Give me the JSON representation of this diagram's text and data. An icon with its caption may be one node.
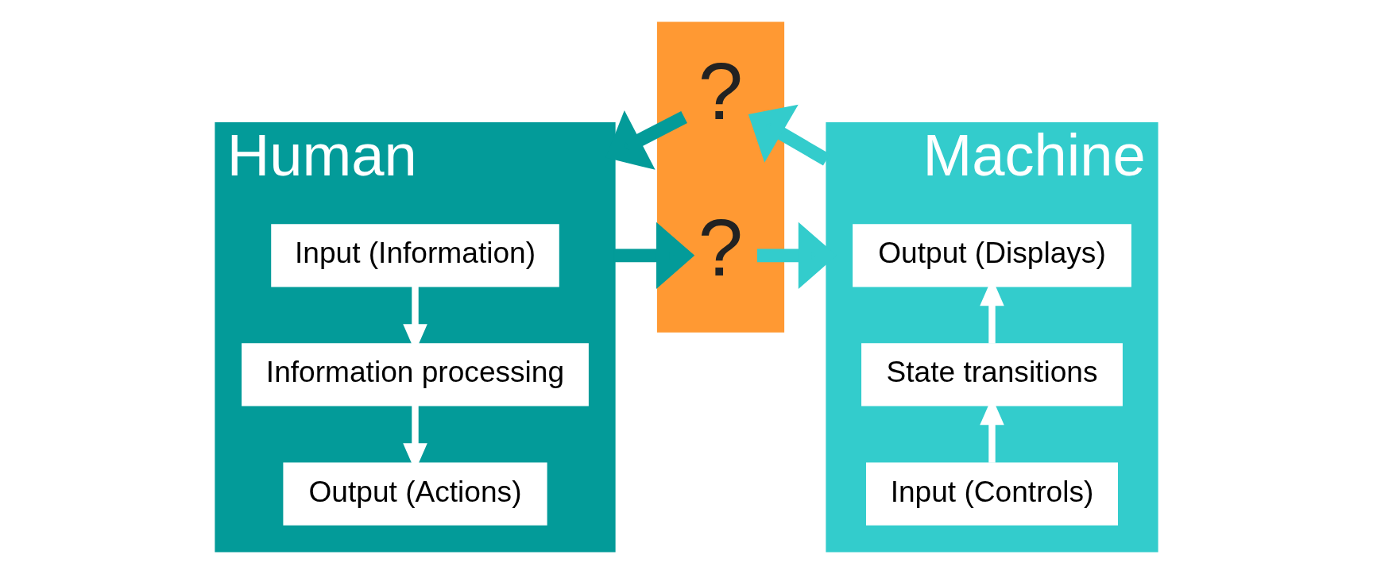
{
  "diagram": {
    "nodes": [
      {
        "text": [
          "Human"
        ]
      },
      {
        "text": [
          "Input (Information)"
        ],
        "in": 0
      },
      {
        "text": [
          "Information processing"
        ],
        "in": 0
      },
      {
        "text": [
          "Output (Actions)"
        ],
        "in": 0
      },
      {
        "text": [],
        "shape": "bar"
      },
      {
        "text": [
          "?"
        ],
        "in": 4
      },
      {
        "text": [
          "?"
        ],
        "in": 4
      },
      {
        "text": [
          "Machine"
        ]
      },
      {
        "text": [
          "Output (Displays)"
        ],
        "in": 7
      },
      {
        "text": [
          "State transitions"
        ],
        "in": 7
      },
      {
        "text": [
          "Input (Controls)"
        ],
        "in": 7
      }
    ],
    "edges": [
      {
        "from": 1,
        "to": 2,
        "arrow": "to",
        "color": "#ffffff"
      },
      {
        "from": 2,
        "to": 3,
        "arrow": "to",
        "color": "#ffffff"
      },
      {
        "from": 10,
        "to": 9,
        "arrow": "to",
        "color": "#ffffff"
      },
      {
        "from": 9,
        "to": 8,
        "arrow": "to",
        "color": "#ffffff"
      },
      {
        "from": 7,
        "to": 5,
        "arrow": "to",
        "style": "thick",
        "color": "#33cccc"
      },
      {
        "from": 5,
        "to": 0,
        "arrow": "to",
        "style": "thick",
        "color": "#039b99"
      },
      {
        "from": 0,
        "to": 6,
        "arrow": "to",
        "style": "thick",
        "color": "#039b99"
      },
      {
        "from": 6,
        "to": 7,
        "arrow": "to",
        "style": "thick",
        "color": "#33cccc"
      }
    ]
  }
}
